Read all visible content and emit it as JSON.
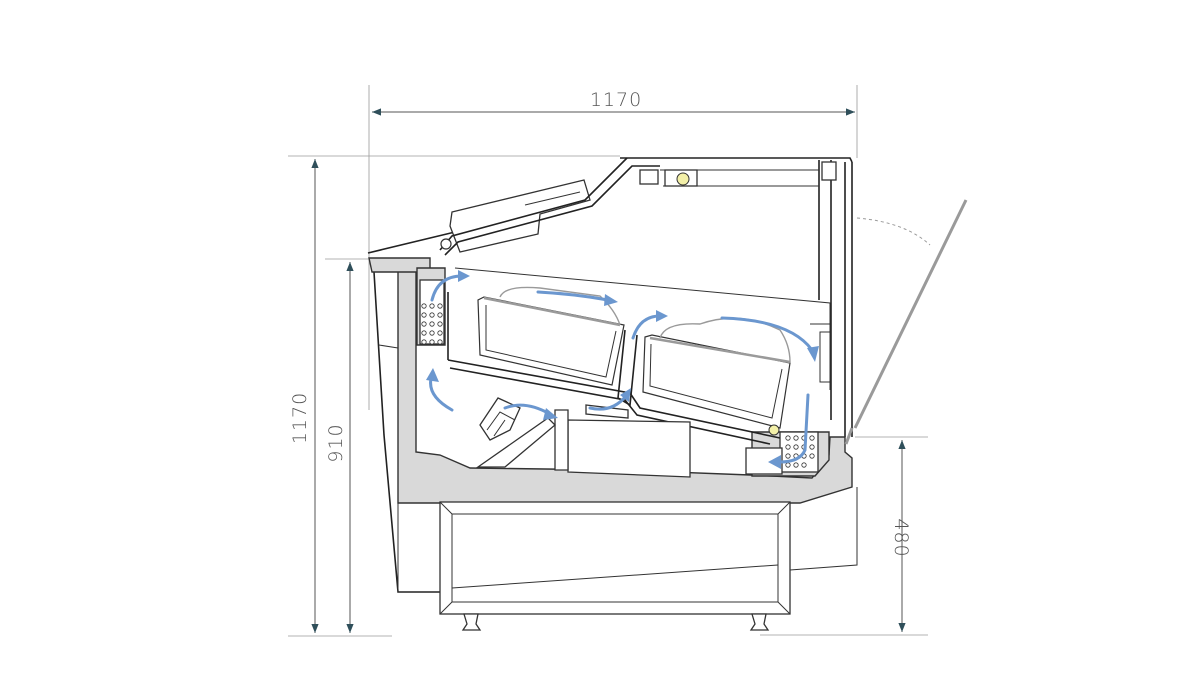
{
  "dimensions": {
    "overall_width": "1170",
    "overall_height": "1170",
    "counter_height": "910",
    "base_height": "480"
  },
  "colors": {
    "airflow": "#6b97cf",
    "insulation": "#d9d9d9",
    "outline": "#222222",
    "dimension": "#555555",
    "lamp": "#f3f0a8"
  }
}
